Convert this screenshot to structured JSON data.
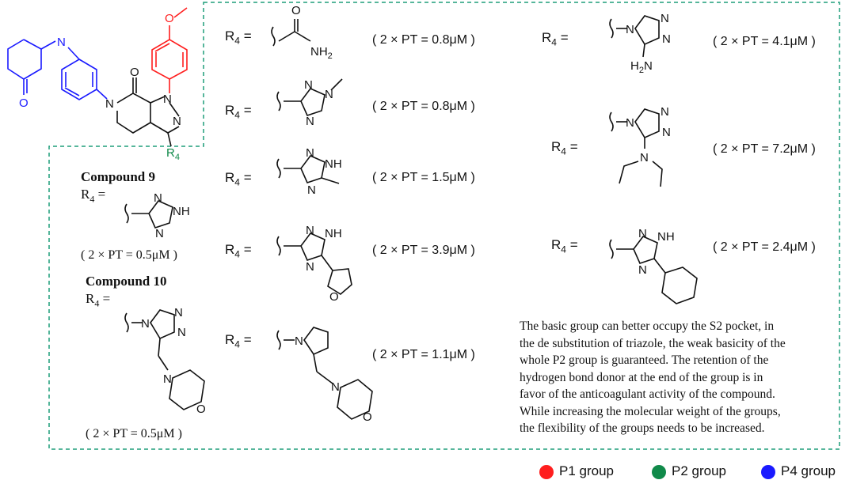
{
  "colors": {
    "p1": "#ff1e1e",
    "p2": "#108a4a",
    "p4": "#1a1aff",
    "dash": "#1f9e7a"
  },
  "core": {
    "r4_label": "R4"
  },
  "compound9": {
    "title": "Compound 9",
    "r4": "R",
    "r4_sub": "4",
    "eq": "=",
    "pt": "( 2 × PT = 0.5μM )"
  },
  "compound10": {
    "title": "Compound 10",
    "r4": "R",
    "r4_sub": "4",
    "eq": "=",
    "pt": "( 2 × PT = 0.5μM )"
  },
  "substituents_mid": [
    {
      "label": "R",
      "sub": "4",
      "eq": " =",
      "pt": "( 2 × PT = 0.8μM )"
    },
    {
      "label": "R",
      "sub": "4",
      "eq": " =",
      "pt": "( 2 × PT = 0.8μM )"
    },
    {
      "label": "R",
      "sub": "4",
      "eq": " =",
      "pt": "( 2 × PT = 1.5μM )"
    },
    {
      "label": "R",
      "sub": "4",
      "eq": " =",
      "pt": "( 2 × PT = 3.9μM )"
    },
    {
      "label": "R",
      "sub": "4",
      "eq": " =",
      "pt": "( 2 × PT = 1.1μM )"
    }
  ],
  "substituents_right": [
    {
      "label": "R",
      "sub": "4",
      "eq": " =",
      "pt": "( 2 × PT = 4.1μM )"
    },
    {
      "label": "R",
      "sub": "4",
      "eq": " =",
      "pt": "( 2 × PT = 7.2μM )"
    },
    {
      "label": "R",
      "sub": "4",
      "eq": " =",
      "pt": "( 2 × PT = 2.4μM )"
    }
  ],
  "note": [
    "The basic group can better occupy the S2 pocket, in",
    "the de substitution of triazole, the weak basicity of the",
    "whole P2 group is guaranteed. The retention of the",
    "hydrogen bond donor at the end of the group is in",
    "favor of the anticoagulant activity of the compound.",
    "While increasing the molecular weight of the groups,",
    "the flexibility of the groups needs to be increased."
  ],
  "legend": [
    {
      "label": "P1 group",
      "color": "#ff1e1e"
    },
    {
      "label": "P2 group",
      "color": "#108a4a"
    },
    {
      "label": "P4 group",
      "color": "#1a1aff"
    }
  ],
  "atoms": {
    "O": "O",
    "N": "N",
    "NH": "NH",
    "NH2": "NH",
    "H2N": "H",
    "sub2": "2"
  }
}
